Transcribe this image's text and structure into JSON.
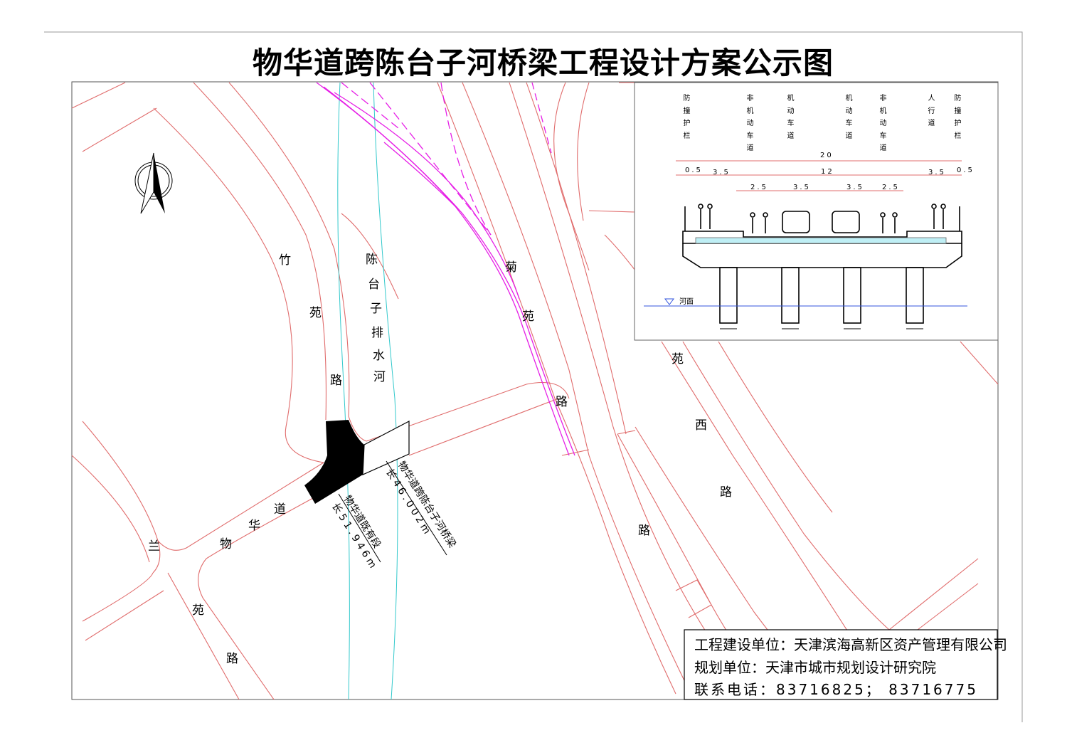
{
  "title": "物华道跨陈台子河桥梁工程设计方案公示图",
  "map_labels": {
    "zhuyuan_road": [
      "竹",
      "苑",
      "路"
    ],
    "river": [
      "陈",
      "台",
      "子",
      "排",
      "水",
      "河"
    ],
    "juyuan_road": [
      "菊",
      "苑",
      "路"
    ],
    "yuanxi_road": [
      "苑",
      "西",
      "路"
    ],
    "road_right_lower": "路",
    "wuhua_road": [
      "物",
      "华",
      "道"
    ],
    "lanyuan_road": [
      "兰",
      "苑",
      "路"
    ]
  },
  "annotations": {
    "bridge_name": "物华道跨陈台子河桥梁",
    "bridge_length": "长46.002m",
    "existing_name": "物华道既有段",
    "existing_length": "长51.946m"
  },
  "cross_section": {
    "labels": [
      [
        "防",
        "撞",
        "护",
        "栏"
      ],
      [
        "非",
        "机",
        "动",
        "车",
        "道"
      ],
      [
        "机",
        "动",
        "车",
        "道"
      ],
      [
        "机",
        "动",
        "车",
        "道"
      ],
      [
        "非",
        "机",
        "动",
        "车",
        "道"
      ],
      [
        "人",
        "行",
        "道"
      ],
      [
        "防",
        "撞",
        "护",
        "栏"
      ]
    ],
    "dims": {
      "total": "20",
      "row2": [
        "0.5",
        "3.5",
        "12",
        "3.5",
        "0.5"
      ],
      "row3": [
        "2.5",
        "3.5",
        "3.5",
        "2.5"
      ]
    },
    "water_label": "河面"
  },
  "info": {
    "builder": "工程建设单位：天津滨海高新区资产管理有限公司",
    "planner": "规划单位：天津市城市规划设计研究院",
    "phone": "联系电话：83716825；  83716775"
  },
  "colors": {
    "road_line": "#e06c6c",
    "river_line": "#33c9cc",
    "ramp_line": "#e61ee6",
    "water_line": "#3355dd",
    "frame": "#000000"
  }
}
